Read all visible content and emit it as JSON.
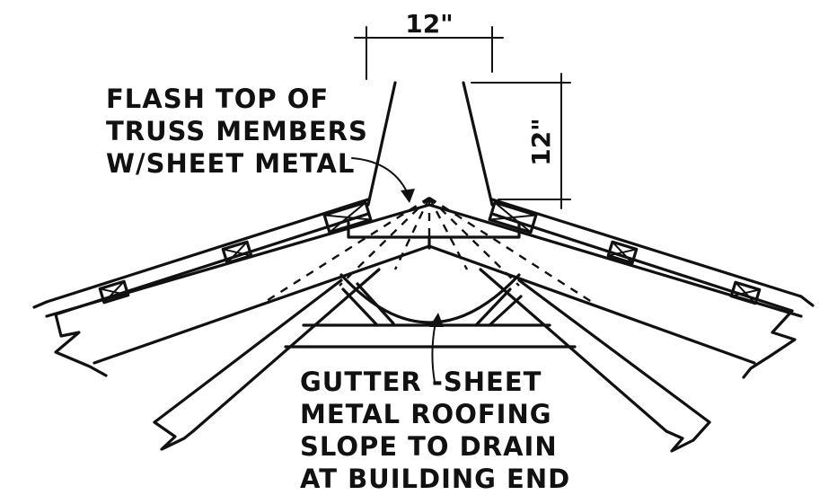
{
  "labels": {
    "flash_note": [
      "FLASH TOP OF",
      "TRUSS MEMBERS",
      "W/SHEET METAL"
    ],
    "gutter_note": [
      "GUTTER -SHEET",
      "METAL ROOFING",
      "SLOPE TO DRAIN",
      "AT BUILDING END"
    ]
  },
  "dimensions": {
    "width": "12\"",
    "height": "12\""
  }
}
